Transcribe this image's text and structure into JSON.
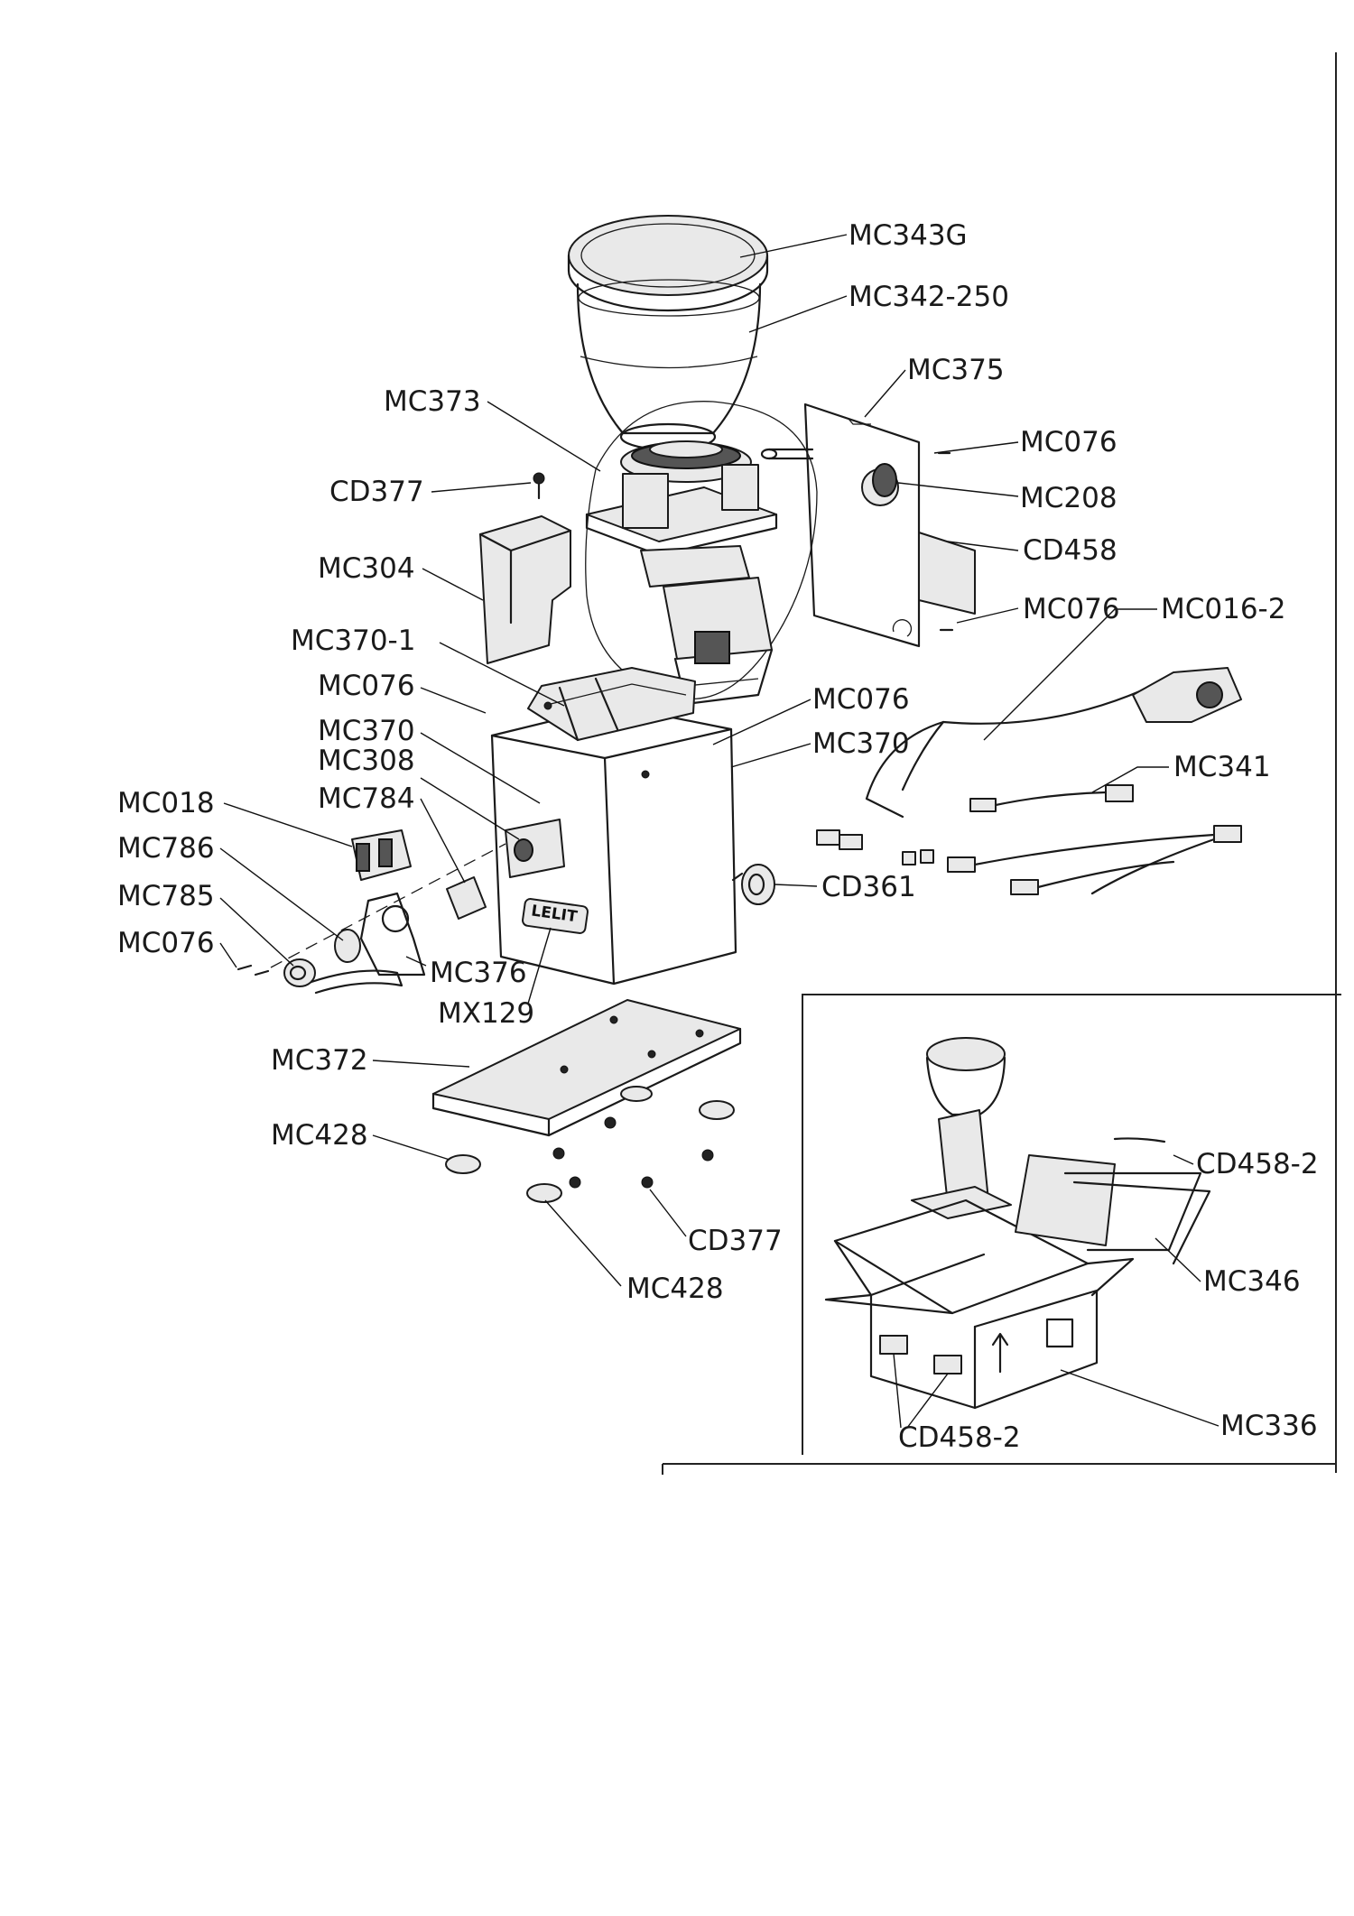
{
  "brand": {
    "logo_text": "LELIT"
  },
  "labels": [
    {
      "id": "mc343g",
      "text": "MC343G"
    },
    {
      "id": "mc342-250",
      "text": "MC342-250"
    },
    {
      "id": "mc375",
      "text": "MC375"
    },
    {
      "id": "mc373",
      "text": "MC373"
    },
    {
      "id": "mc076-a",
      "text": "MC076"
    },
    {
      "id": "cd377-a",
      "text": "CD377"
    },
    {
      "id": "mc208",
      "text": "MC208"
    },
    {
      "id": "mc304",
      "text": "MC304"
    },
    {
      "id": "cd458",
      "text": "CD458"
    },
    {
      "id": "mc076-b",
      "text": "MC076"
    },
    {
      "id": "mc016-2",
      "text": "MC016-2"
    },
    {
      "id": "mc370-1",
      "text": "MC370-1"
    },
    {
      "id": "mc076-c",
      "text": "MC076"
    },
    {
      "id": "mc076-d",
      "text": "MC076"
    },
    {
      "id": "mc370-a",
      "text": "MC370"
    },
    {
      "id": "mc370-b",
      "text": "MC370"
    },
    {
      "id": "mc308",
      "text": "MC308"
    },
    {
      "id": "mc341",
      "text": "MC341"
    },
    {
      "id": "mc018",
      "text": "MC018"
    },
    {
      "id": "mc784",
      "text": "MC784"
    },
    {
      "id": "mc786",
      "text": "MC786"
    },
    {
      "id": "cd361",
      "text": "CD361"
    },
    {
      "id": "mc785",
      "text": "MC785"
    },
    {
      "id": "mc076-e",
      "text": "MC076"
    },
    {
      "id": "mc376",
      "text": "MC376"
    },
    {
      "id": "mx129",
      "text": "MX129"
    },
    {
      "id": "mc372",
      "text": "MC372"
    },
    {
      "id": "mc428-a",
      "text": "MC428"
    },
    {
      "id": "cd458-2-a",
      "text": "CD458-2"
    },
    {
      "id": "cd377-b",
      "text": "CD377"
    },
    {
      "id": "mc346",
      "text": "MC346"
    },
    {
      "id": "mc428-b",
      "text": "MC428"
    },
    {
      "id": "mc336",
      "text": "MC336"
    },
    {
      "id": "cd458-2-b",
      "text": "CD458-2"
    }
  ]
}
